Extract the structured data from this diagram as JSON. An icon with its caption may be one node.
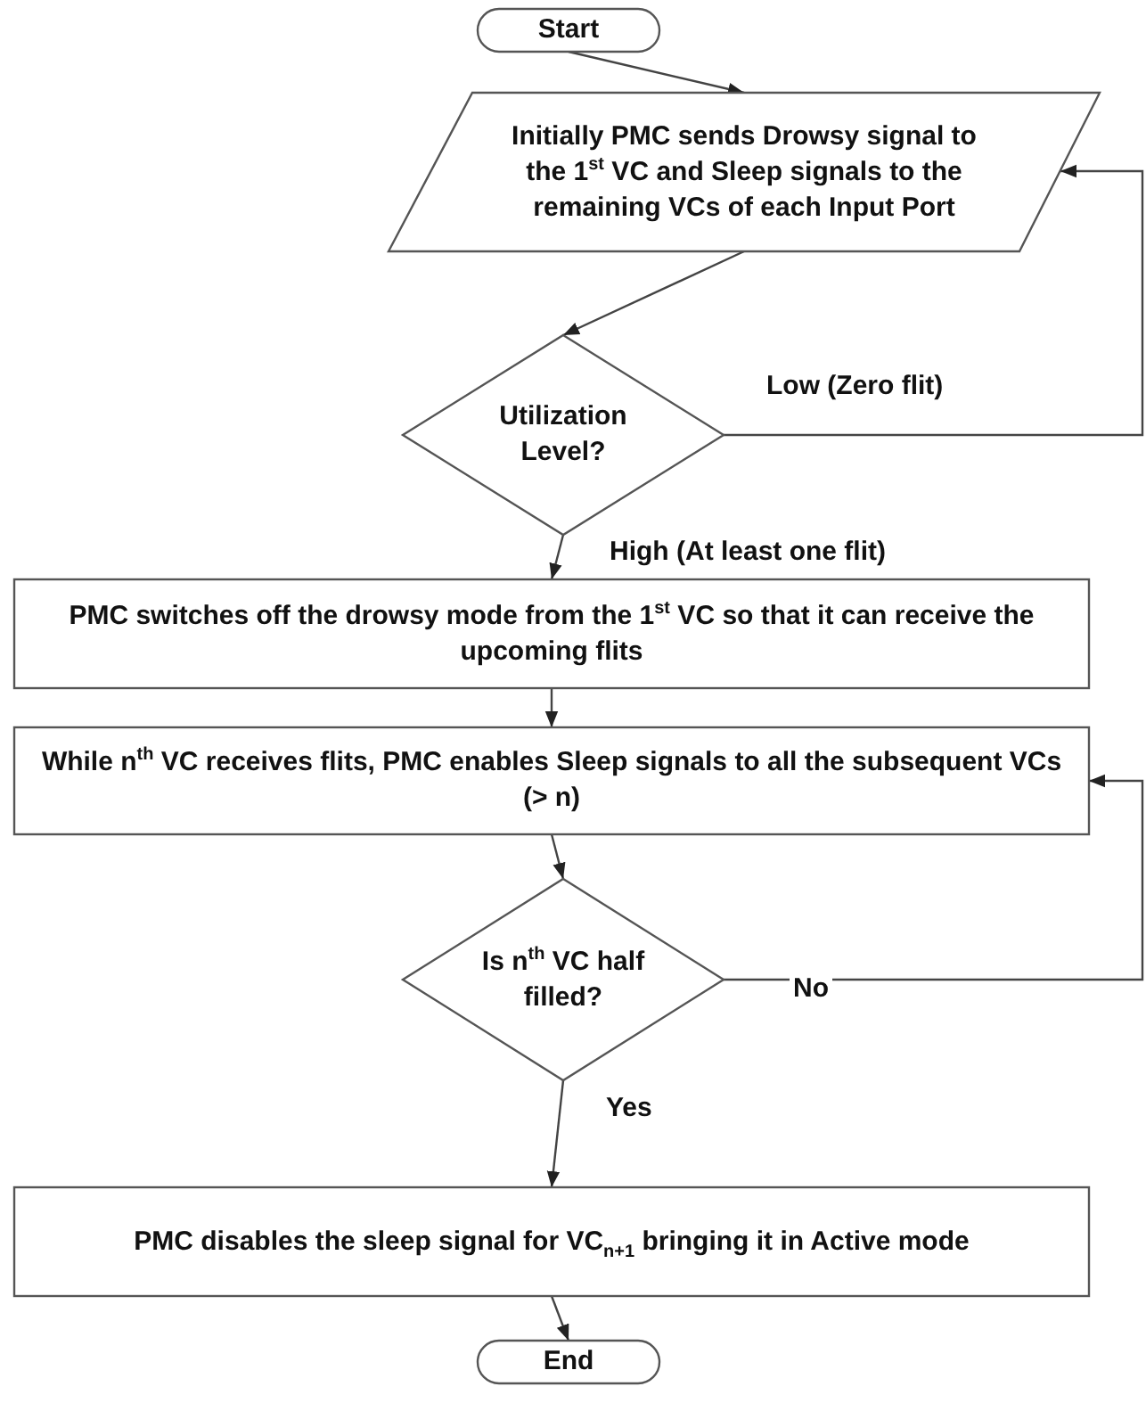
{
  "diagram": {
    "nodes": [
      {
        "text": [
          "Start"
        ]
      },
      {
        "text": [
          "Initially PMC sends Drowsy signal to the 1$^{st}$ VC and Sleep signals to the remaining VCs of each Input Port"
        ]
      },
      {
        "text": [
          "Utilization Level?"
        ]
      },
      {
        "text": [
          "PMC switches off the drowsy mode from the 1$^{st}$ VC so that it can receive the upcoming flits"
        ]
      },
      {
        "text": [
          "While n$^{th}$ VC receives flits, PMC enables Sleep signals to all the subsequent VCs (> n)"
        ]
      },
      {
        "text": [
          "Is n$^{th}$ VC half filled?"
        ]
      },
      {
        "text": [
          "PMC disables the sleep signal for VC$_{n+1}$ bringing it in Active mode"
        ]
      },
      {
        "text": [
          "End"
        ]
      }
    ],
    "edges": [
      {
        "from": 0,
        "to": 1,
        "arrow": "to"
      },
      {
        "from": 1,
        "to": 2,
        "arrow": "to"
      },
      {
        "from": 2,
        "to": 3,
        "arrow": "to",
        "label": "High (At least one flit)"
      },
      {
        "from": 2,
        "to": 1,
        "arrow": "to",
        "label": "Low (Zero flit)"
      },
      {
        "from": 3,
        "to": 4,
        "arrow": "to"
      },
      {
        "from": 4,
        "to": 5,
        "arrow": "to"
      },
      {
        "from": 5,
        "to": 6,
        "arrow": "to",
        "label": "Yes"
      },
      {
        "from": 5,
        "to": 4,
        "arrow": "to",
        "label": "No"
      },
      {
        "from": 6,
        "to": 7,
        "arrow": "to"
      }
    ]
  }
}
